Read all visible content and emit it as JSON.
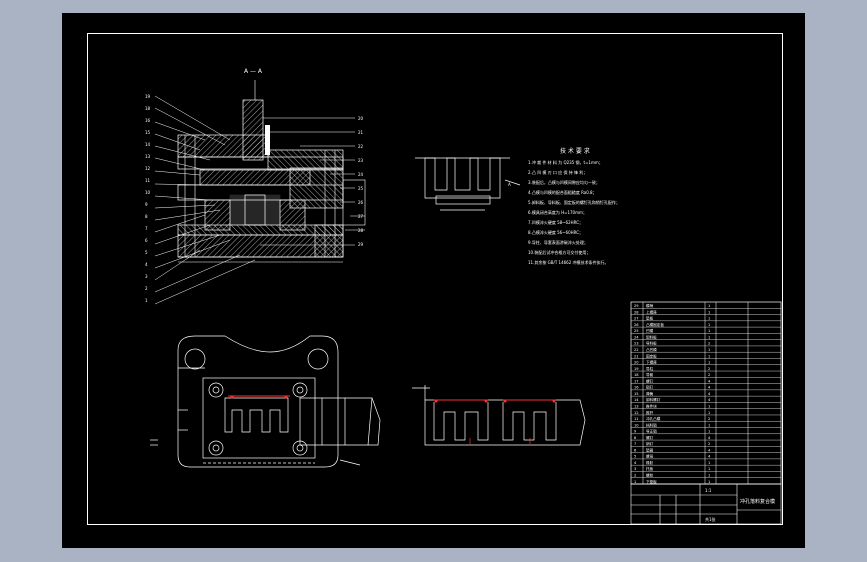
{
  "section_label": "A — A",
  "tech_title": "技 术 要 求",
  "tech_notes": [
    "1.冲 裁 件 材 料 为 Q235 钢，t=1mm；",
    "2.凸 凹 模 刃 口 应 保 持 锋 利；",
    "3.装配后，凸模与凹模间隙应均匀一致；",
    "4.凸模与凹模的配合面粗糙度 Ra0.8；",
    "5.卸料板、导料板、固定板的螺钉孔和销钉孔配作；",
    "6.模具闭合高度为 H=170mm；",
    "7.凹模淬火硬度 58~62HRC；",
    "8.凸模淬火硬度 56~60HRC；",
    "9.导柱、导套表面渗碳淬火处理；",
    "10.装配后试冲合格方可交付使用；",
    "11.其余按 GB/T 14662 冲模技术条件执行。"
  ],
  "callouts_left": [
    "19",
    "18",
    "16",
    "15",
    "14",
    "13",
    "12",
    "11",
    "10",
    "9",
    "8",
    "7",
    "6",
    "5",
    "4",
    "3",
    "2",
    "1"
  ],
  "callouts_right": [
    "20",
    "21",
    "22",
    "23",
    "24",
    "25",
    "26",
    "27",
    "28",
    "29"
  ],
  "title_block": {
    "drawing_name": "冲孔落料复合模",
    "scale": "1:1",
    "sheet": "共1张"
  },
  "bom_rows": [
    {
      "no": "29",
      "name": "模柄",
      "qty": "1"
    },
    {
      "no": "28",
      "name": "上模座",
      "qty": "1"
    },
    {
      "no": "27",
      "name": "垫板",
      "qty": "1"
    },
    {
      "no": "26",
      "name": "凸模固定板",
      "qty": "1"
    },
    {
      "no": "25",
      "name": "凹模",
      "qty": "1"
    },
    {
      "no": "24",
      "name": "卸料板",
      "qty": "1"
    },
    {
      "no": "23",
      "name": "导料板",
      "qty": "2"
    },
    {
      "no": "22",
      "name": "凸凹模",
      "qty": "1"
    },
    {
      "no": "21",
      "name": "固定板",
      "qty": "1"
    },
    {
      "no": "20",
      "name": "下模座",
      "qty": "1"
    },
    {
      "no": "19",
      "name": "导柱",
      "qty": "2"
    },
    {
      "no": "18",
      "name": "导套",
      "qty": "2"
    },
    {
      "no": "17",
      "name": "螺钉",
      "qty": "4"
    },
    {
      "no": "16",
      "name": "销钉",
      "qty": "4"
    },
    {
      "no": "15",
      "name": "弹簧",
      "qty": "4"
    },
    {
      "no": "14",
      "name": "卸料螺钉",
      "qty": "4"
    },
    {
      "no": "13",
      "name": "推件块",
      "qty": "1"
    },
    {
      "no": "12",
      "name": "推杆",
      "qty": "1"
    },
    {
      "no": "11",
      "name": "冲孔凸模",
      "qty": "2"
    },
    {
      "no": "10",
      "name": "挡料销",
      "qty": "1"
    },
    {
      "no": "9",
      "name": "导正销",
      "qty": "1"
    },
    {
      "no": "8",
      "name": "螺钉",
      "qty": "4"
    },
    {
      "no": "7",
      "name": "销钉",
      "qty": "2"
    },
    {
      "no": "6",
      "name": "垫圈",
      "qty": "4"
    },
    {
      "no": "5",
      "name": "螺母",
      "qty": "4"
    },
    {
      "no": "4",
      "name": "橡胶",
      "qty": "1"
    },
    {
      "no": "3",
      "name": "托板",
      "qty": "1"
    },
    {
      "no": "2",
      "name": "螺栓",
      "qty": "1"
    },
    {
      "no": "1",
      "name": "下垫板",
      "qty": "1"
    }
  ]
}
